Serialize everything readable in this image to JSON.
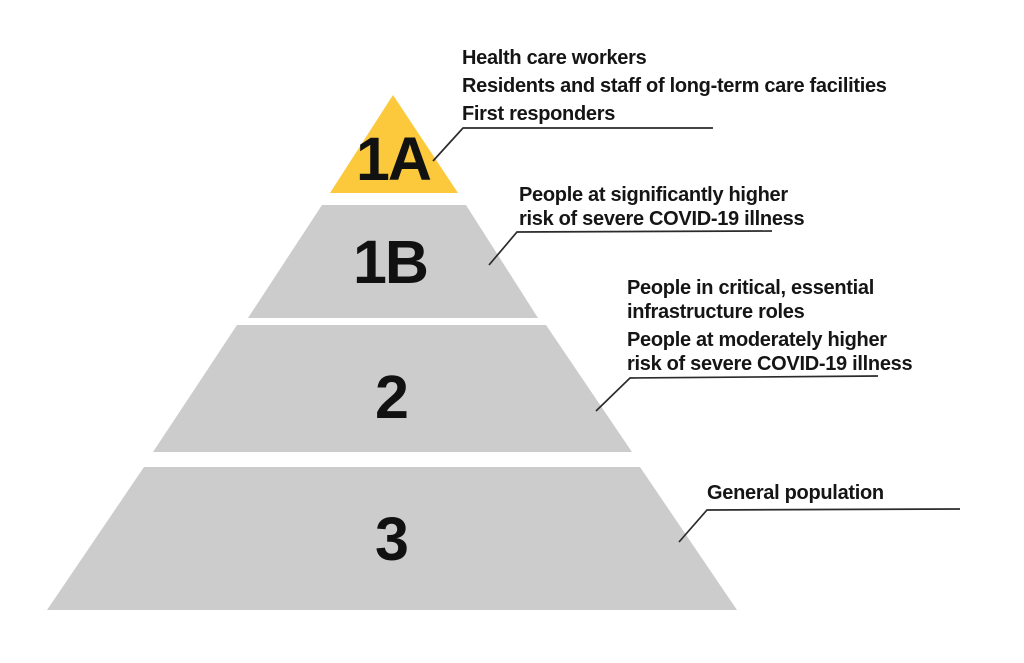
{
  "diagram": {
    "type": "pyramid",
    "subject": "COVID-19 vaccine priority groups",
    "colors": {
      "highlight": "#FBC93B",
      "tier_fill": "#CCCCCC",
      "text": "#151515",
      "leader": "#2B2B2B",
      "background": "#FFFFFF"
    },
    "tiers": [
      {
        "label": "1A",
        "fill": "#FBC93B",
        "callouts": [
          [
            "Health care workers",
            "Residents and staff of long-term care facilities",
            "First responders"
          ]
        ]
      },
      {
        "label": "1B",
        "fill": "#CCCCCC",
        "callouts": [
          [
            "People at significantly higher",
            "risk of severe COVID-19 illness"
          ]
        ]
      },
      {
        "label": "2",
        "fill": "#CCCCCC",
        "callouts": [
          [
            "People in critical, essential",
            "infrastructure roles"
          ],
          [
            "People at moderately higher",
            "risk of severe COVID-19 illness"
          ]
        ]
      },
      {
        "label": "3",
        "fill": "#CCCCCC",
        "callouts": [
          [
            "General population"
          ]
        ]
      }
    ]
  }
}
